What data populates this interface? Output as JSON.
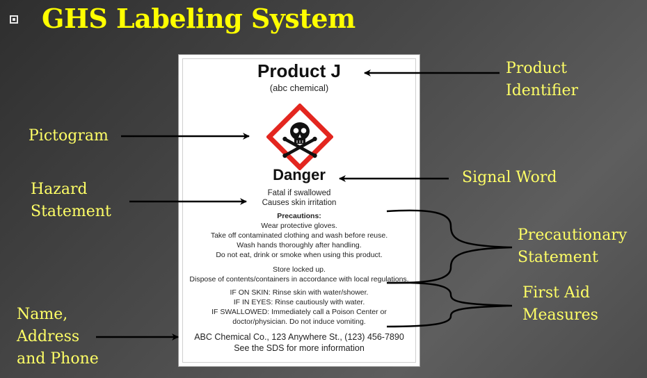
{
  "slide": {
    "title": "GHS Labeling System"
  },
  "label": {
    "product_name": "Product J",
    "product_sub": "(abc chemical)",
    "signal_word": "Danger",
    "hazard_lines": [
      "Fatal if swallowed",
      "Causes skin irritation"
    ],
    "precautions_heading": "Precautions:",
    "precaution_lines": [
      "Wear protective gloves.",
      "Take off contaminated clothing and wash before reuse.",
      "Wash hands thoroughly after handling.",
      "Do not eat, drink or smoke when using this product."
    ],
    "storage_lines": [
      "Store locked up.",
      "Dispose of contents/containers in accordance with local regulations."
    ],
    "first_aid_lines": [
      "IF ON SKIN: Rinse skin with water/shower.",
      "IF IN EYES: Rinse cautiously with water.",
      "IF SWALLOWED: Immediately call a Poison Center or",
      "doctor/physician. Do not induce vomiting."
    ],
    "company_lines": [
      "ABC Chemical Co., 123 Anywhere St., (123) 456-7890",
      "See the SDS for more information"
    ]
  },
  "callouts": {
    "product_identifier": [
      "Product",
      "Identifier"
    ],
    "pictogram": [
      "Pictogram"
    ],
    "signal_word": [
      "Signal Word"
    ],
    "hazard_statement": [
      "Hazard",
      "Statement"
    ],
    "precautionary_statement": [
      "Precautionary",
      "Statement"
    ],
    "first_aid_measures": [
      "First Aid",
      "Measures"
    ],
    "name_address_phone": [
      "Name,",
      "Address",
      "and Phone"
    ]
  },
  "colors": {
    "title": "#ffff00",
    "callout_text": "#ffff66",
    "pictogram_border": "#e3261f",
    "arrow": "#000000"
  },
  "icons": {
    "bullet": "square-bullet-icon",
    "pictogram": "skull-crossbones-icon"
  }
}
